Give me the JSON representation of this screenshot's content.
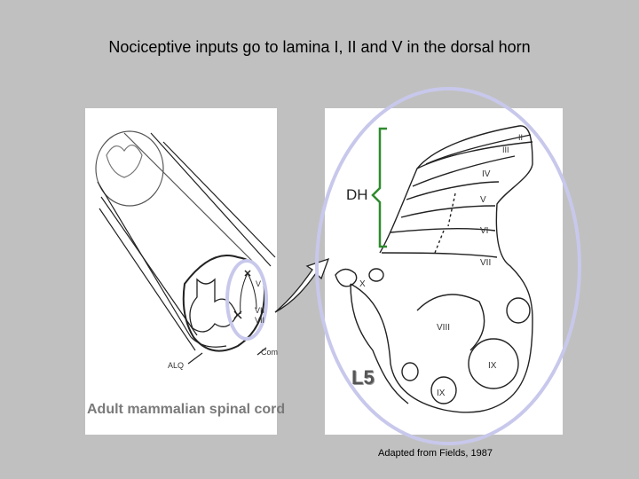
{
  "title": "Nociceptive inputs go to lamina I, II and V in the dorsal horn",
  "caption": "Adult mammalian spinal cord",
  "credit": "Adapted from Fields, 1987",
  "labels": {
    "dh": "DH",
    "l5": "L5",
    "alq": "ALQ",
    "com": "Com",
    "left_v": "V",
    "left_vii": "VII",
    "left_viii": "VII",
    "lam_ii": "II",
    "lam_iii": "III",
    "lam_iv": "IV",
    "lam_v": "V",
    "lam_vi": "VI",
    "lam_vii": "VII",
    "lam_viii": "VIII",
    "lam_ix_a": "IX",
    "lam_ix_b": "IX",
    "lam_x": "X"
  },
  "colors": {
    "background": "#c0c0c0",
    "highlight_ellipse": "#c8c8ec",
    "dh_bracket": "#2e8b2e",
    "caption_text": "#7a7a7a"
  }
}
